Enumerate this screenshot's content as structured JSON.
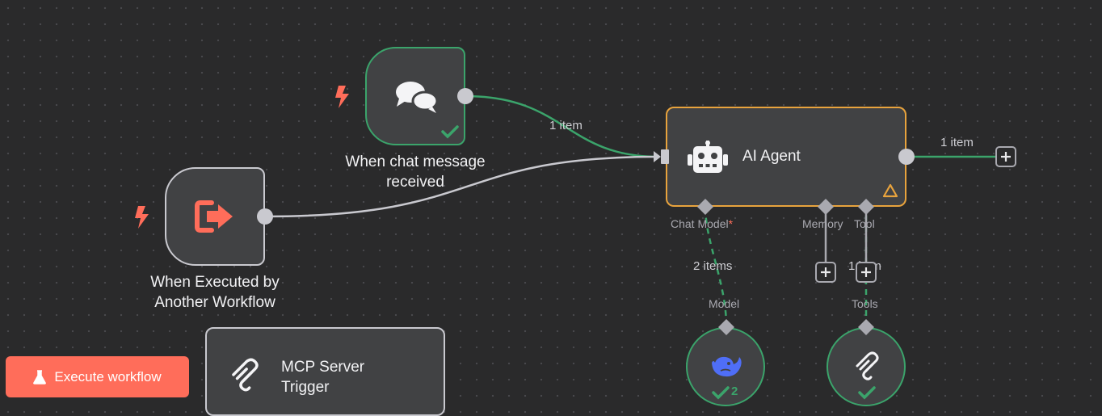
{
  "nodes": {
    "chat_trigger": {
      "label": "When chat message received",
      "status": "success"
    },
    "exec_trigger": {
      "label": "When Executed by Another Workflow"
    },
    "ai_agent": {
      "label": "AI Agent",
      "ports": {
        "chat_model": "Chat Model",
        "memory": "Memory",
        "tool": "Tool"
      },
      "required_marker": "*",
      "warning": true
    },
    "mcp_trigger": {
      "label": "MCP Server Trigger"
    },
    "model_node": {
      "port_label": "Model",
      "run_count": "2"
    },
    "tools_node": {
      "port_label": "Tools"
    }
  },
  "edges": {
    "chat_to_agent": "1 item",
    "agent_output": "1 item",
    "model_items": "2 items",
    "tool_items": "1 item"
  },
  "toolbar": {
    "execute_label": "Execute workflow"
  },
  "colors": {
    "trigger_accent": "#ff6d5a",
    "success": "#3ba46b",
    "warning": "#e8a33d",
    "deepseek": "#4f6ef7"
  }
}
